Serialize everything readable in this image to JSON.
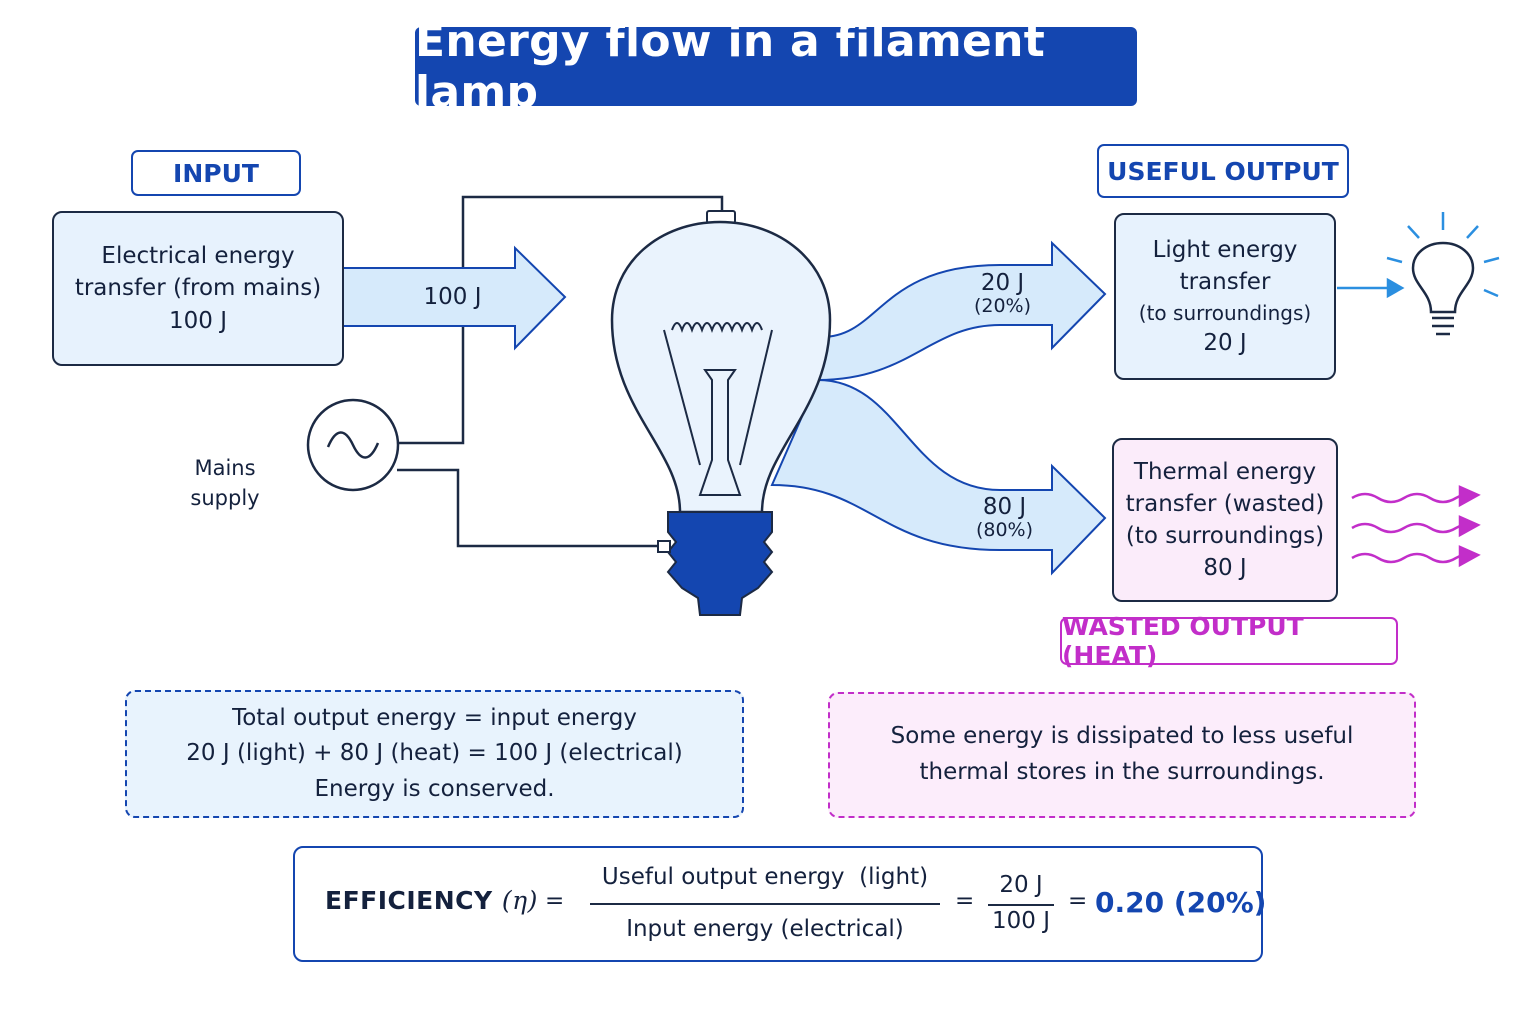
{
  "title": "Energy flow in a filament lamp",
  "tags": {
    "input": "INPUT",
    "useful_output": "USEFUL OUTPUT",
    "wasted_output": "WASTED OUTPUT (HEAT)"
  },
  "input_box": {
    "line1": "Electrical energy",
    "line2": "transfer (from mains)",
    "value": "100 J"
  },
  "input_flow": {
    "value": "100 J"
  },
  "mains": {
    "line1": "Mains",
    "line2": "supply"
  },
  "light_flow": {
    "value": "20 J",
    "percent": "(20%)"
  },
  "heat_flow": {
    "value": "80 J",
    "percent": "(80%)"
  },
  "light_box": {
    "line1": "Light energy",
    "line2": "transfer",
    "line3": "(to surroundings)",
    "value": "20 J"
  },
  "thermal_box": {
    "line1": "Thermal energy",
    "line2": "transfer (wasted)",
    "line3": "(to surroundings)",
    "value": "80 J"
  },
  "conservation_note": {
    "line1": "Total output energy = input energy",
    "line2": "20 J (light) + 80 J (heat) = 100 J (electrical)",
    "line3": "Energy is conserved."
  },
  "dissipation_note": {
    "line1": "Some energy is dissipated to less useful",
    "line2": "thermal stores in the surroundings."
  },
  "efficiency": {
    "label": "EFFICIENCY",
    "symbol": "(η)",
    "eq1": "=",
    "numerator": "Useful output energy  (light)",
    "denominator": "Input energy (electrical)",
    "eq2": "=",
    "num_value": "20 J",
    "den_value": "100 J",
    "eq3": "=",
    "result": "0.20 (20%)"
  },
  "colors": {
    "primary": "#1446b0",
    "wasted": "#c22ec9",
    "flow_fill": "#d6eafb",
    "box_fill": "#e7f2fd",
    "pink_fill": "#fbecfa"
  },
  "icons": [
    "ac-source-icon",
    "filament-bulb-icon",
    "light-bulb-icon",
    "heat-wave-icon"
  ]
}
